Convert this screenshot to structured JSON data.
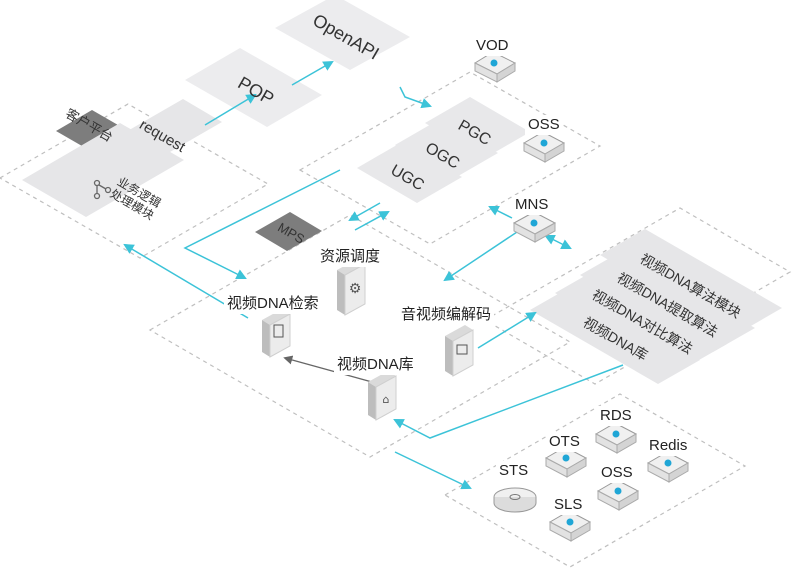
{
  "client": {
    "title": "客户平台",
    "request": "request",
    "module_label_1": "业务逻辑",
    "module_label_2": "处理模块"
  },
  "gateway": {
    "pop": "POP",
    "openapi": "OpenAPI"
  },
  "content_sources": {
    "pgc": "PGC",
    "ogc": "OGC",
    "ugc": "UGC"
  },
  "mps": {
    "title": "MPS",
    "scheduling": "资源调度",
    "dna_search": "视频DNA检索",
    "codec": "音视频编解码",
    "dna_library": "视频DNA库"
  },
  "algorithms": {
    "items": [
      "视频DNA算法模块",
      "视频DNA提取算法",
      "视频DNA对比算法",
      "视频DNA库"
    ]
  },
  "services": {
    "vod": "VOD",
    "oss_top": "OSS",
    "mns": "MNS",
    "rds": "RDS",
    "ots": "OTS",
    "redis": "Redis",
    "sts": "STS",
    "oss_bottom": "OSS",
    "sls": "SLS"
  },
  "colors": {
    "arrow": "#3cc3d8",
    "icon": "#1fa6d6",
    "panel": "#e8e8ea",
    "dark_tag": "#7d7d7d"
  }
}
